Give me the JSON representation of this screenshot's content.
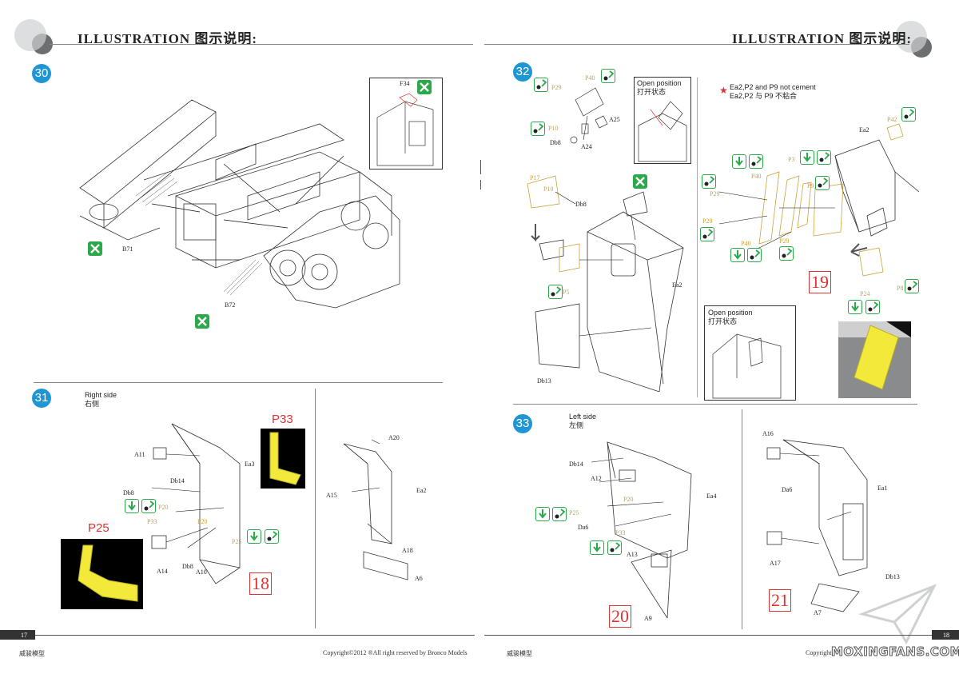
{
  "header": {
    "left_title": "ILLUSTRATION 图示说明:",
    "right_title": "ILLUSTRATION 图示说明:"
  },
  "steps": {
    "s30": {
      "number": "30",
      "labels": {
        "f34": "F34",
        "b71": "B71",
        "b72": "B72"
      }
    },
    "s31": {
      "number": "31",
      "title_en": "Right side",
      "title_cn": "右侧",
      "labels": {
        "a11": "A11",
        "db14": "Db14",
        "ea3": "Ea3",
        "db8": "Db8",
        "p20a": "P20",
        "p33": "P33",
        "p20b": "P20",
        "p25": "P25",
        "a14": "A14",
        "db8b": "Db8",
        "a10": "A10",
        "a20": "A20",
        "a15": "A15",
        "ea2": "Ea2",
        "a18": "A18",
        "a6": "A6"
      },
      "photo_p33": "P33",
      "photo_p25": "P25",
      "sub_number": "18"
    },
    "s32": {
      "number": "32",
      "labels": {
        "p29": "P29",
        "p40": "P40",
        "p10": "P10",
        "a25": "A25",
        "db8": "Db8",
        "a24": "A24",
        "p17": "P17",
        "p10b": "P10",
        "db8b": "Db8",
        "p5": "P5",
        "ea2": "Ea2",
        "db13": "Db13",
        "ea2b": "Ea2",
        "p42": "P42",
        "p3": "P3",
        "p9": "P9",
        "p40b": "P40",
        "p29b": "P29",
        "p29c": "P29",
        "p40c": "P40",
        "p29d": "P29",
        "p8": "P8",
        "p24": "P24"
      },
      "open_position_en": "Open position",
      "open_position_cn": "打开状态",
      "note_line1": "Ea2,P2 and P9 not cement",
      "note_line2": "Ea2,P2 与 P9 不粘合",
      "open_position2_en": "Open position",
      "open_position2_cn": "打开状态",
      "sub_number": "19"
    },
    "s33": {
      "number": "33",
      "title_en": "Left side",
      "title_cn": "左侧",
      "labels": {
        "db14": "Db14",
        "a12": "A12",
        "p20": "P20",
        "ea4": "Ea4",
        "p25": "P25",
        "da6": "Da6",
        "p33": "P33",
        "a13": "A13",
        "a9": "A9",
        "a16": "A16",
        "da6b": "Da6",
        "ea1": "Ea1",
        "a17": "A17",
        "db13": "Db13",
        "a7": "A7"
      },
      "sub_number_a": "20",
      "sub_number_b": "21"
    }
  },
  "footer": {
    "page_left": "17",
    "page_right": "18",
    "brand_left": "威骏模型",
    "copyright": "Copyright©2012  ®All right reserved by Bronco Models",
    "brand_right": "威骏模型",
    "copyright_right": "Copyright",
    "watermark": "MOXINGFANS.COM"
  },
  "colors": {
    "step_blue": "#1e96d4",
    "part_red": "#d33333",
    "photo_part": "#f2e93a",
    "icon_green": "#2aa84a"
  }
}
